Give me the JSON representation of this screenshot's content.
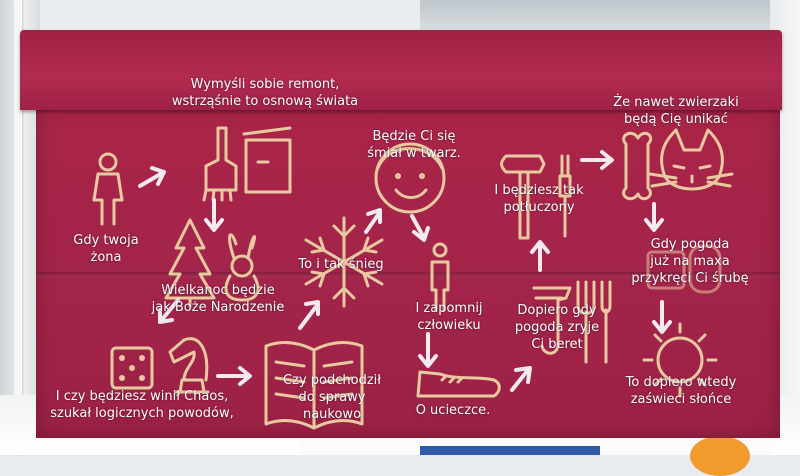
{
  "colors": {
    "box": "#a3244a",
    "lid": "#b22a50",
    "icon": "#e8c9a0",
    "arrow": "#f4e9ef",
    "caption": "#ffffff"
  },
  "icons": [
    "woman-icon",
    "paint-tools-icon",
    "christmas-tree-icon",
    "easter-bunny-icon",
    "dice-icon",
    "chess-knight-icon",
    "open-book-icon",
    "snowflake-icon",
    "smiley-face-icon",
    "person-icon",
    "shoe-icon",
    "umbrella-icon",
    "forks-icon",
    "hammer-icon",
    "screwdriver-icon",
    "bone-icon",
    "cat-icon",
    "sun-icon"
  ],
  "captions": {
    "remont": "Wymyśli sobie remont,\nwstrząśnie to osnową świata",
    "twarz": "Będzie Ci się\nśmiał w twarz.",
    "zwierzaki": "Że nawet zwierzaki\nbędą Cię unikać",
    "zona": "Gdy twoja\nżona",
    "wielkanoc": "Wielkanoc będzie\njak Boże Narodzenie",
    "snieg": "To i tak śnieg",
    "potluczony": "I będziesz tak\npotłuczony",
    "pogoda": "Gdy pogoda\njuż na maxa\nprzykręci Ci śrubę",
    "zapomnij": "I zapomnij\nczłowieku",
    "beret": "Dopiero gdy\npogoda zryje\nCi beret",
    "chaos": "I czy będziesz winił Chaos,\nszukał logicznych powodów,",
    "naukowo": "Czy podchodził\ndo sprawy\nnaukowo",
    "ucieczce": "O ucieczce.",
    "slonce": "To dopiero wtedy\nzaświeci słońce"
  }
}
